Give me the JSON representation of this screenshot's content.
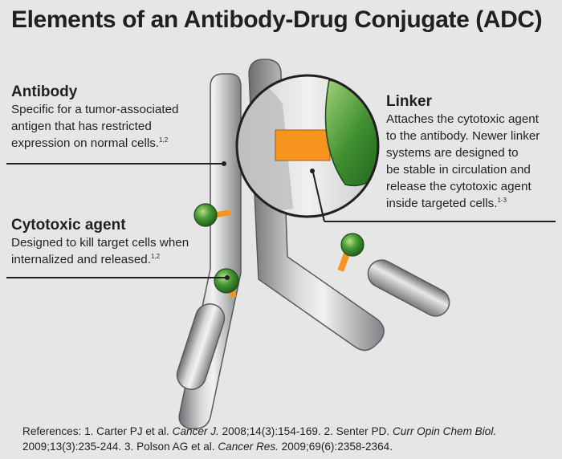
{
  "title": "Elements of an Antibody-Drug Conjugate (ADC)",
  "antibody": {
    "title": "Antibody",
    "lines": [
      "Specific for a tumor-associated",
      "antigen that has restricted",
      "expression on normal cells."
    ],
    "sup": "1,2"
  },
  "cytotoxic": {
    "title": "Cytotoxic agent",
    "lines": [
      "Designed to kill target cells when",
      "internalized and released."
    ],
    "sup": "1,2"
  },
  "linker": {
    "title": "Linker",
    "lines": [
      "Attaches the cytotoxic agent",
      "to the antibody. Newer linker",
      "systems are designed to",
      "be stable in circulation and",
      "release the cytotoxic agent",
      "inside targeted cells."
    ],
    "sup": "1-3"
  },
  "references": {
    "prefix": "References: 1. Carter PJ et al. ",
    "j1": "Cancer J.",
    "r1": " 2008;14(3):154-169. 2. Senter PD. ",
    "j2": "Curr Opin Chem Biol.",
    "r2": " 2009;13(3):235-244. 3. Polson AG et al. ",
    "j3": "Cancer Res.",
    "r3": " 2009;69(6):2358-2364."
  },
  "colors": {
    "background": "#e6e6e6",
    "antibody_gray": "#a7a9ac",
    "drug_green": "#3a8a2a",
    "linker_orange": "#f7941d",
    "text": "#231f20"
  }
}
